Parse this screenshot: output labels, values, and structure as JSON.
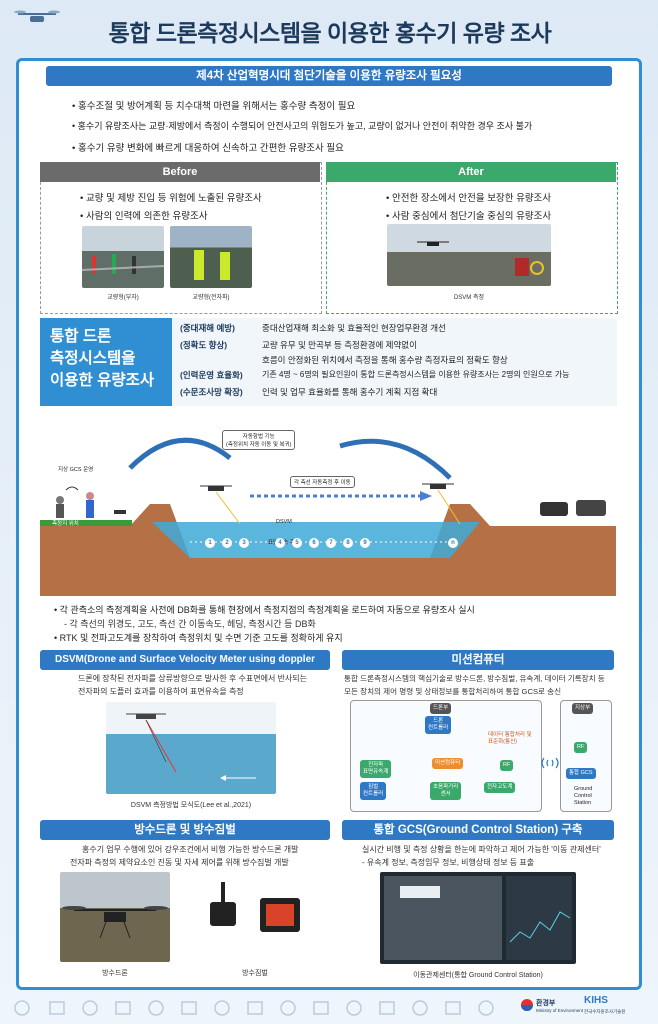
{
  "title": "통합 드론측정시스템을 이용한 홍수기 유량 조사",
  "section1": {
    "header": "제4차 산업혁명시대 첨단기술을 이용한 유량조사 필요성",
    "bullets": [
      "홍수조절 및 방어계획 등 치수대책 마련을 위해서는 홍수량 측정이 필요",
      "홍수기 유량조사는 교량·제방에서 측정이 수행되어 안전사고의 위험도가 높고, 교량이 없거나 안전이 취약한 경우 조사 불가",
      "홍수기 유량 변화에 빠르게 대응하여 신속하고 간편한 유량조사 필요"
    ]
  },
  "before": {
    "header": "Before",
    "bullets": [
      "교량 및 제방 진입 등 위험에 노출된 유량조사",
      "사람의 인력에 의존한 유량조사"
    ],
    "captions": [
      "교량형(부자)",
      "교량형(전자파)"
    ]
  },
  "after": {
    "header": "After",
    "bullets": [
      "안전한 장소에서 안전을 보장한 유량조사",
      "사람 중심에서 첨단기술 중심의 유량조사"
    ],
    "captions": [
      "DSVM 측정"
    ]
  },
  "callout": {
    "lines": [
      "통합 드론",
      "측정시스템을",
      "이용한 유량조사"
    ]
  },
  "benefits": [
    {
      "label": "(중대재해 예방)",
      "text": "중대산업재해 최소화 및 효율적인 현장업무환경 개선"
    },
    {
      "label": "(정확도 향상)",
      "text": "교량 유무 및 만곡부 등 측정환경에 제약없이"
    },
    {
      "label": "",
      "text": "흐름이 안정화된 위치에서 측정을 통해 홍수량 측정자료의 정확도 향상"
    },
    {
      "label": "(인력운영 효율화)",
      "text": "기존 4명 ~ 6명의 필요인원이 통합 드론측정시스템을 이용한 유량조사는 2명의 인원으로 가능"
    },
    {
      "label": "(수문조사망 확장)",
      "text": "인력 및 업무 효율화를 통해 홍수기 계획 지점 확대"
    }
  ],
  "diagram": {
    "gcs_label": "지상 GCS 운영",
    "station_label": "측정지 위치",
    "auto_label_1": "자동항법 기능",
    "auto_label_2": "(측정위치 자동 이동 및 복귀)",
    "move_label": "각 측선 자동측정 후 이동",
    "dsvm_label_1": "DSVM",
    "dsvm_label_2": "표면유속 측정",
    "points": [
      "1",
      "2",
      "3",
      "4",
      "5",
      "6",
      "7",
      "8",
      "9",
      "n"
    ]
  },
  "notes": [
    {
      "bullet": true,
      "text": "각 관측소의 측정계획을 사전에 DB화를 통해 현장에서 측정지점의 측정계획을 로드하여 자동으로 유량조사 실시"
    },
    {
      "bullet": false,
      "text": "- 각 측선의 위경도, 고도, 측선 간 이동속도, 헤딩, 측정시간 등 DB화"
    },
    {
      "bullet": true,
      "text": "RTK 및 전파고도계를 장착하여 측정위치 및 수면 기준 고도를 정확하게 유지"
    }
  ],
  "dsvm": {
    "header": "DSVM(Drone and Surface Velocity Meter using doppler radar) 측정",
    "desc": [
      "드론에 장착된 전자파를 상류방향으로 발사한 후 수표면에서 반사되는",
      "전자파의 도플러 효과를 이용하여 표면유속을 측정"
    ],
    "caption": "DSVM 측정방법 모식도(Lee et al.,2021)"
  },
  "mission": {
    "header": "미션컴퓨터",
    "desc": [
      "통합 드론측정시스템의 핵심기술로 방수드론, 방수짐벌, 유속계, 데이터 기록장치 등",
      "모든 장치의 제어 명령 및 상태정보를 통합처리하여 통합 GCS로 송신"
    ],
    "drone_label": "드론부",
    "ground_label": "지상부",
    "nodes": [
      "드론\n컨트롤러",
      "전자파\n표면유속계",
      "짐벌\n컨트롤러",
      "미션컴퓨터",
      "RF",
      "RF",
      "통합 GCS",
      "전자고도계",
      "초음파거리\n센서"
    ],
    "small": [
      "Ground\nControl\nStation",
      "데이터 통합처리 및\n표준화(통신)"
    ]
  },
  "waterproof": {
    "header": "방수드론 및 방수짐벌",
    "desc": [
      "홍수기 업무 수행에 있어 강우조건에서 비행 가능한 방수드론 개발",
      "전자파 측정의 제약요소인 진동 및 자세 제어를 위해 방수짐벌 개발"
    ],
    "captions": [
      "방수드론",
      "방수짐벌"
    ]
  },
  "gcs": {
    "header": "통합 GCS(Ground Control Station) 구축",
    "desc": [
      "실시간 비행 및 측정 상황을 한눈에 파악하고 제어 가능한 '이동 관제센터'",
      "- 유속계 정보, 측정임무 정보, 비행상태 정보 등 표출"
    ],
    "caption": "이동관제센터(통합 Ground Control Station)"
  },
  "footer": {
    "logo1": "환경부",
    "logo1_sub": "Ministry of Environment",
    "logo2": "KIHS",
    "logo2_sub": "한국수자원조사기술원"
  },
  "colors": {
    "accent": "#2f78c4",
    "before": "#6b6b6b",
    "after": "#3aa96b",
    "frame": "#2f8fd2"
  }
}
